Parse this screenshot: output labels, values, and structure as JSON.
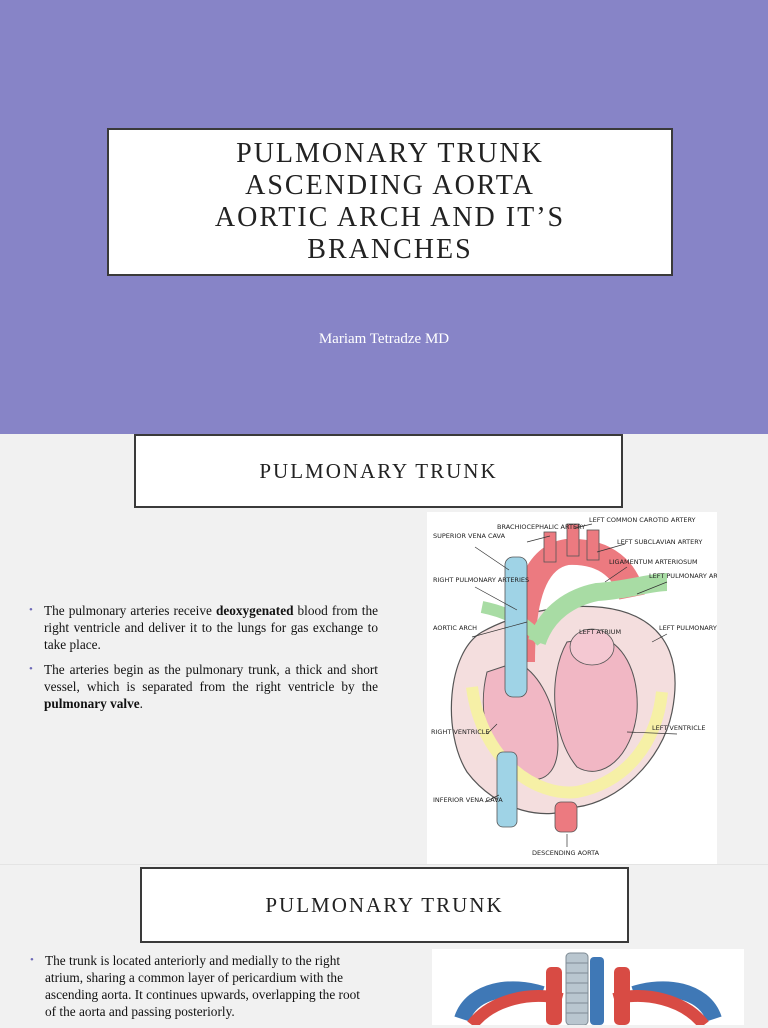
{
  "title_slide": {
    "title_lines": [
      "PULMONARY TRUNK",
      "ASCENDING AORTA",
      "AORTIC ARCH AND IT’S",
      "BRANCHES"
    ],
    "author": "Mariam Tetradze MD"
  },
  "slide2": {
    "heading": "PULMONARY TRUNK",
    "bullet1": {
      "pre": "The pulmonary arteries receive ",
      "bold": "deoxygenated",
      "post": " blood from the right ventricle and deliver it to the lungs for gas exchange to take place."
    },
    "bullet2": {
      "pre": "The arteries begin as the pulmonary trunk, a thick and short vessel, which is separated from the right ventricle by the ",
      "bold": "pulmonary valve",
      "post": "."
    },
    "diagram_labels": {
      "svc": "SUPERIOR VENA CAVA",
      "brachio": "BRACHIOCEPHALIC ARTERY",
      "lcca": "LEFT COMMON CAROTID ARTERY",
      "lsa": "LEFT SUBCLAVIAN ARTERY",
      "lig": "LIGAMENTUM ARTERIOSUM",
      "rpa": "RIGHT PULMONARY ARTERIES",
      "lpa": "LEFT PULMONARY ARTERIES",
      "arch": "AORTIC ARCH",
      "latrium": "LEFT ATRIUM",
      "lpv": "LEFT PULMONARY VEINS",
      "rv": "RIGHT VENTRICLE",
      "lv": "LEFT VENTRICLE",
      "ivc": "INFERIOR VENA CAVA",
      "desc": "DESCENDING AORTA"
    }
  },
  "slide3": {
    "heading": "PULMONARY TRUNK",
    "bullet1": "The trunk is located anteriorly and medially to the right atrium, sharing a common layer of pericardium with the ascending aorta. It continues upwards, overlapping the root of the aorta and passing posteriorly."
  }
}
